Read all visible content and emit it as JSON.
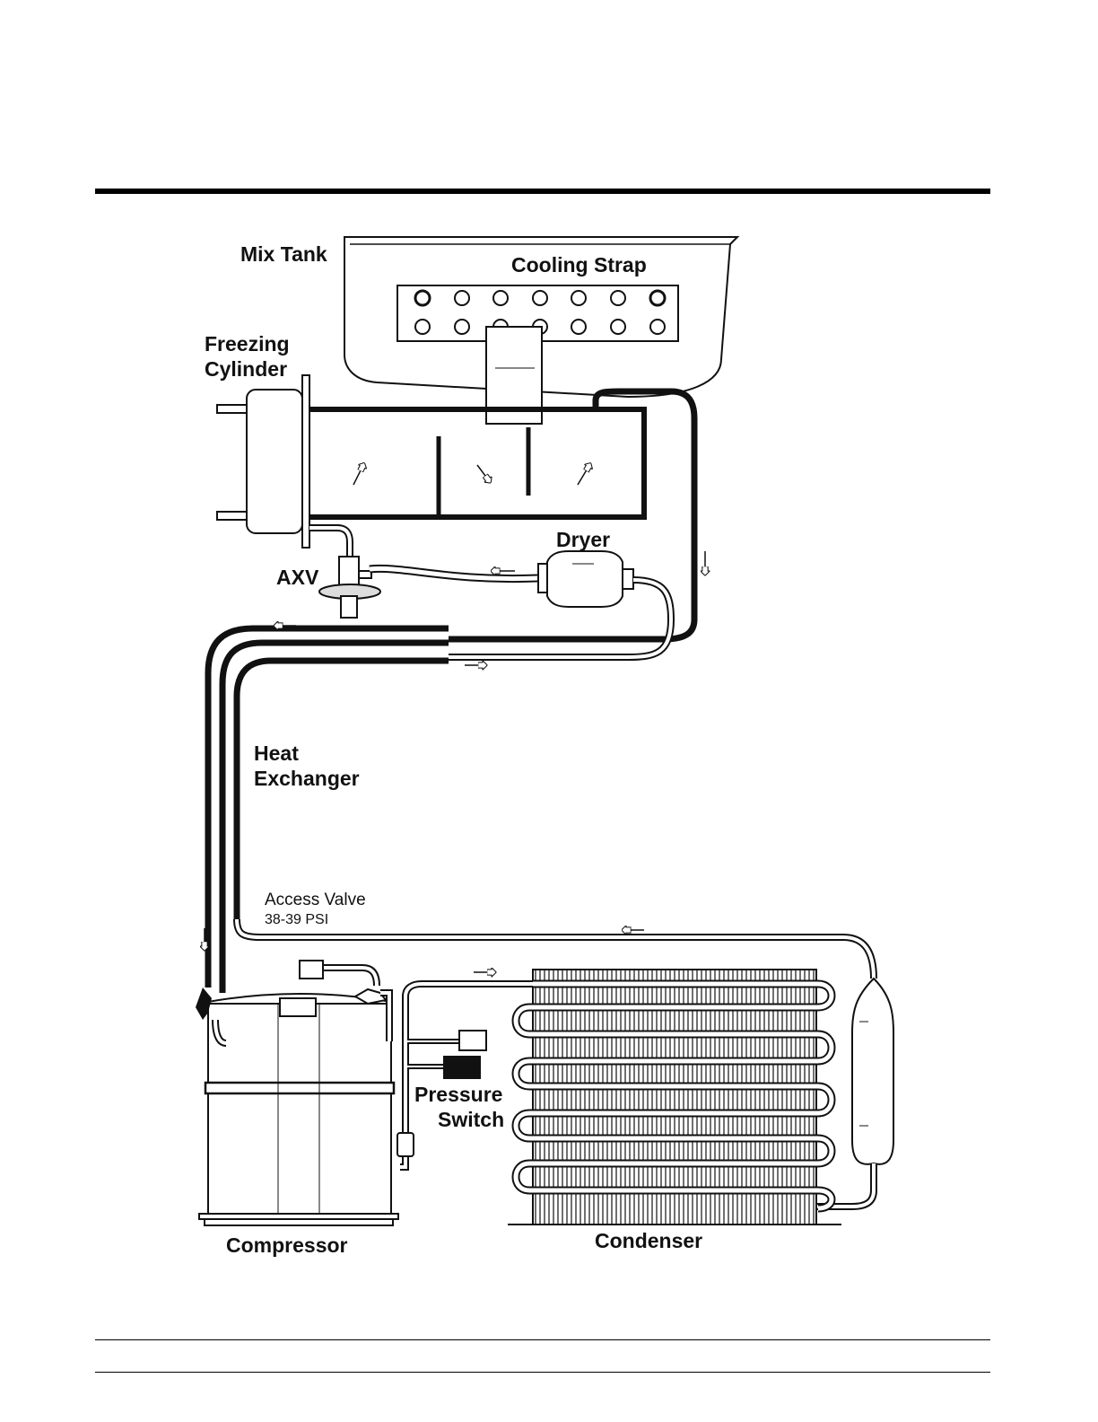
{
  "labels": {
    "mix_tank": "Mix Tank",
    "cooling_strap": "Cooling Strap",
    "freezing_cylinder_line1": "Freezing",
    "freezing_cylinder_line2": "Cylinder",
    "dryer": "Dryer",
    "axv": "AXV",
    "heat_exchanger_line1": "Heat",
    "heat_exchanger_line2": "Exchanger",
    "access_valve": "Access Valve",
    "access_valve_pressure": "38-39 PSI",
    "pressure_switch_line1": "Pressure",
    "pressure_switch_line2": "Switch",
    "compressor": "Compressor",
    "condenser": "Condenser"
  },
  "colors": {
    "line": "#111111",
    "background": "#ffffff"
  }
}
